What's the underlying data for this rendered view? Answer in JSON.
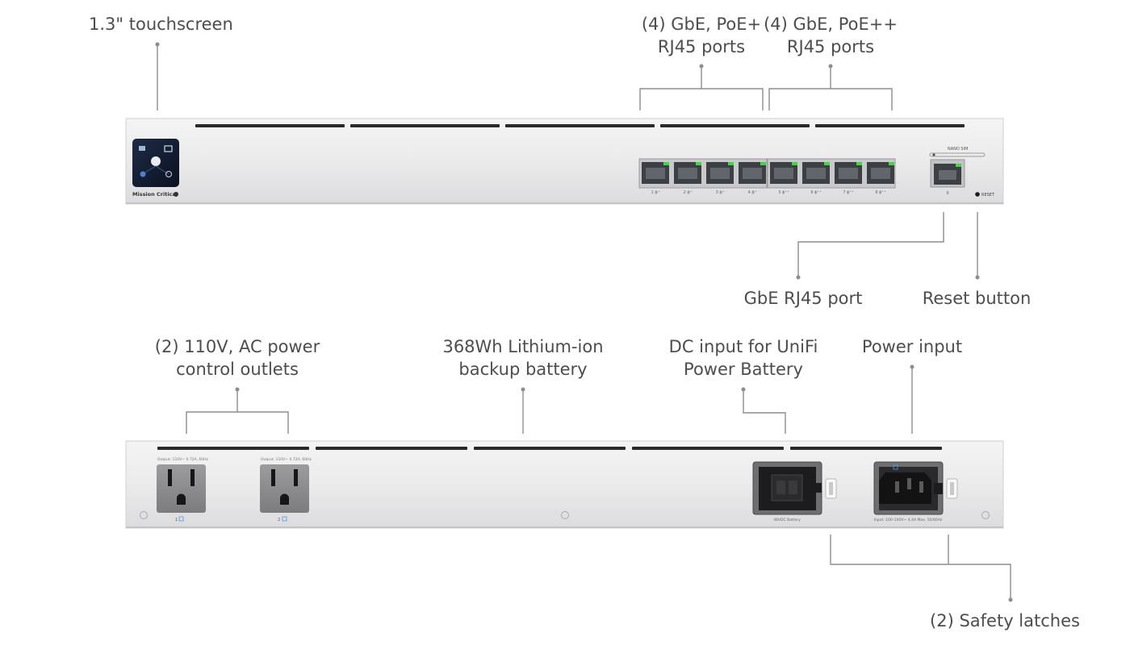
{
  "front_panel": {
    "brand_label": "Mission Critical",
    "lan_port_labels": [
      "1 ϕ⁺",
      "2 ϕ⁺",
      "3 ϕ⁺",
      "4 ϕ⁺",
      "5 ϕ⁺⁺",
      "6 ϕ⁺⁺",
      "7 ϕ⁺⁺",
      "8 ϕ⁺⁺"
    ],
    "sim_label": "NANO SIM",
    "wan_port_label": "9",
    "reset_label": "RESET"
  },
  "rear_panel": {
    "outlet_1_rating": "Output: 110V~ 0.72A, 60Hz",
    "outlet_2_rating": "Output: 110V~ 0.72A, 60Hz",
    "outlet_1_number": "1",
    "outlet_2_number": "2",
    "dc_input_label": "48VDC Battery",
    "power_input_label": "Input: 100–240V~ 4.4A Max, 50/60Hz"
  },
  "callouts": {
    "touchscreen": "1.3\" touchscreen",
    "poe_plus_line1": "(4) GbE, PoE+",
    "poe_plus_line2": "RJ45 ports",
    "poe_plusplus_line1": "(4) GbE, PoE++",
    "poe_plusplus_line2": "RJ45 ports",
    "gbe_port": "GbE RJ45 port",
    "reset_button": "Reset button",
    "ac_outlets_line1": "(2) 110V, AC power",
    "ac_outlets_line2": "control outlets",
    "battery_line1": "368Wh Lithium-ion",
    "battery_line2": "backup battery",
    "dc_input_line1": "DC input for UniFi",
    "dc_input_line2": "Power Battery",
    "power_input": "Power input",
    "safety_latches": "(2) Safety latches"
  }
}
